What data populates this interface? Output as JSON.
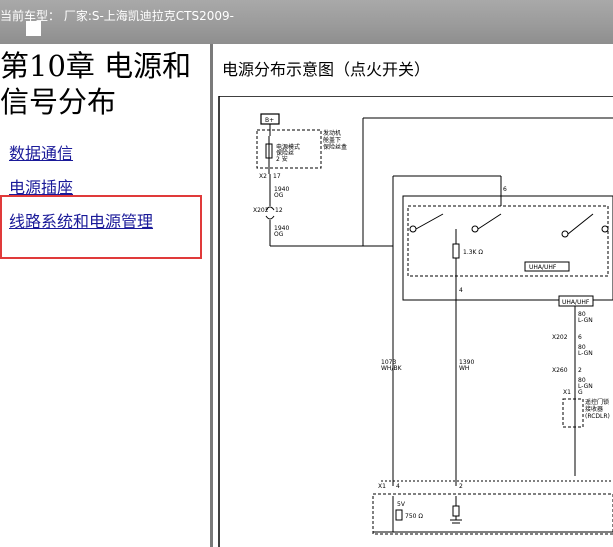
{
  "window": {
    "title": "当前车型： 厂家:S-上海凯迪拉克CTS2009-"
  },
  "chapter": {
    "title_line1": "第10章 电源和",
    "title_line2": "信号分布"
  },
  "nav": {
    "items": [
      {
        "label": "数据通信"
      },
      {
        "label": "电源插座"
      },
      {
        "label": "线路系统和电源管理"
      }
    ]
  },
  "content": {
    "heading": "电源分布示意图（点火开关）"
  },
  "diagram": {
    "battery_label": "B+",
    "fuse_box_label_1": "发动机",
    "fuse_box_label_2": "舱盖下",
    "fuse_box_label_3": "保险丝盒",
    "fuse_label_1": "电源模式",
    "fuse_label_2": "保险丝",
    "fuse_label_3": "2 安",
    "x2_connector": "X2",
    "x2_pin": "17",
    "wire_1940_a": "1940",
    "wire_og_a": "OG",
    "x202_a": "X202",
    "x202_a_pin": "12",
    "wire_1940_b": "1940",
    "wire_og_b": "OG",
    "pin_6_top": "6",
    "resistor_label": "1.3K Ω",
    "pin_4_mid": "4",
    "uha_uhf_box": "UHA/UHF",
    "uha_uhf_box_2": "UHA/UHF",
    "wire_80_a": "80",
    "wire_lgn_a": "L-GN",
    "x202_b": "X202",
    "pin_6_b": "6",
    "wire_80_b": "80",
    "wire_lgn_b": "L-GN",
    "x260": "X260",
    "pin_2": "2",
    "wire_80_c": "80",
    "wire_lgn_c": "L-GN",
    "x1_right": "X1",
    "pin_g": "G",
    "module_label_1": "遥控门锁",
    "module_label_2": "接收器",
    "module_label_3": "(RCDLR)",
    "wire_1073": "1073",
    "wire_whbk": "WH/BK",
    "wire_1390": "1390",
    "wire_wh": "WH",
    "x1_bottom": "X1",
    "pin_4_bottom": "4",
    "pin_2_bottom": "2",
    "v5_label": "5V",
    "r750_label": "750 Ω"
  }
}
